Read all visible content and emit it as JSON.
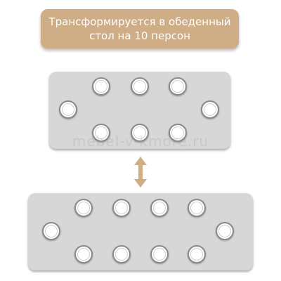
{
  "banner": {
    "line1": "Трансформируется в обеденный",
    "line2": "стол на 10 персон",
    "color": "#cfae87"
  },
  "watermark": "mebel-v-kmore.ru",
  "colors": {
    "table": "#d7d7d7",
    "arrow": "#cfae87",
    "chair_border": "#8a8a8a"
  },
  "diagram": {
    "compact_table_seats": 8,
    "expanded_table_seats": 10
  }
}
